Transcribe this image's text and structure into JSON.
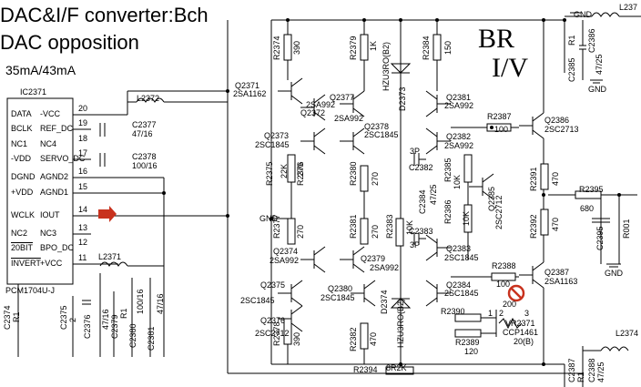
{
  "header": {
    "line1": "DAC&I/F converter:Bch",
    "line2": "DAC opposition",
    "current": "35mA/43mA",
    "section_mark": "BR",
    "section_sub": "I/V"
  },
  "ic": {
    "ref": "IC2371",
    "part": "PCM1704U-J",
    "left_pins": [
      "DATA",
      "BCLK",
      "NC1",
      "-VDD",
      "DGND",
      "+VDD",
      "WCLK",
      "NC2",
      "20BIT",
      "INVERT"
    ],
    "right_pins": [
      "-VCC",
      "REF_DC",
      "NC4",
      "SERVO_DC",
      "AGND2",
      "AGND1",
      "IOUT",
      "NC3",
      "BPO_DC",
      "+VCC"
    ],
    "pin_numbers": [
      "20",
      "19",
      "18",
      "17",
      "16",
      "15",
      "14",
      "13",
      "12",
      "11"
    ]
  },
  "parts": {
    "L2372": "L2372",
    "C2377": "C2377",
    "C2377_v": "47/16",
    "C2378": "C2378",
    "C2378_v": "100/16",
    "L2371": "L2371",
    "C2374": "C2374",
    "R1_a": "R1",
    "C2375": "C2375",
    "C2375_v": "2",
    "C2376": "C2376",
    "C2379": "C2379",
    "C2379_v": "47/16",
    "R1_b": "R1",
    "C2380": "C2380",
    "C2380_v": "100/16",
    "C2381": "C2381",
    "C2381_v": "47/16",
    "R2374": "R2374",
    "R2374_v": "390",
    "R2379": "R2379",
    "R2379_v": "1K",
    "R2384": "R2384",
    "R2384_v": "150",
    "Q2371": "Q2371",
    "Q2371_t": "2SA1162",
    "Q2372": "Q2372",
    "Q2372_t": "2SA992",
    "Q2377": "Q2377",
    "Q2377_t": "2SA992",
    "D2373": "D2373",
    "D2373_t": "HZU3RO(B2)",
    "Q2381": "Q2381",
    "Q2381_t": "2SA992",
    "Q2373": "Q2373",
    "Q2373_t": "2SC1845",
    "Q2378": "Q2378",
    "Q2378_t": "2SC1845",
    "Q2382": "Q2382",
    "Q2382_t": "2SA992",
    "R2375": "R2375",
    "R2375_v": "22K",
    "R2376": "R2376",
    "R2376_v": "270",
    "R2380": "R2380",
    "R2380_v": "270",
    "C2382": "C2382",
    "C2382_v": "3P",
    "R2385": "R2385",
    "R2385_v": "10K",
    "C2384": "C2384",
    "C2384_v": "47/25",
    "R2386": "R2386",
    "R2386_v": "10K",
    "Q2385": "Q2385",
    "Q2385_t": "2SC2712",
    "R2387": "R2387",
    "R2387_v": "100",
    "Q2386": "Q2386",
    "Q2386_t": "2SC2713",
    "R2391": "R2391",
    "R2391_v": "470",
    "R2392": "R2392",
    "R2392_v": "470",
    "R2395": "R2395",
    "R2395_v": "680",
    "C2395": "C2395",
    "R001": "R001",
    "C2385": "C2385",
    "R1_c": "R1",
    "C2386": "C2386",
    "C2386_v": "47/25",
    "L2373": "L237",
    "GND": "GND",
    "R2377": "R2377",
    "R2377_v": "270",
    "R2381": "R2381",
    "R2381_v": "270",
    "R2383": "R2383",
    "R2383_v": "10K",
    "C2383": "C2383",
    "C2383_v": "3P",
    "Q2374": "Q2374",
    "Q2374_t": "2SA992",
    "Q2379": "Q2379",
    "Q2379_t": "2SA992",
    "Q2383": "Q2383",
    "Q2383_t": "2SC1845",
    "R2388": "R2388",
    "R2388_v": "100",
    "Q2387": "Q2387",
    "Q2387_t": "2SA1163",
    "Q2375": "Q2375",
    "Q2375_t": "2SC1845",
    "Q2380": "Q2380",
    "Q2380_t": "2SC1845",
    "D2374": "D2374",
    "D2374_t": "HZU3RO(B2)",
    "Q2384": "Q2384",
    "Q2384_t": "2SC1845",
    "R2390": "R2390",
    "R2390_v": "200",
    "VR2371": "VR2371",
    "VR2371_t": "CCP1461",
    "VR2371_v": "20(B)",
    "R2389": "R2389",
    "R2389_v": "120",
    "Q2376": "Q2376",
    "Q2376_t": "2SC2712",
    "R2378": "R2378",
    "R2378_v": "390",
    "R2382": "R2382",
    "R2382_v": "470",
    "R2394": "R2394",
    "R2394_v": "8R2K",
    "C2387": "C2387",
    "R1_d": "R1",
    "C2388": "C2388",
    "C2388_v": "47/25",
    "L2374": "L2374",
    "vr_pin1": "1",
    "vr_pin2": "2",
    "vr_pin3": "3"
  },
  "colors": {
    "arrow": "#c8321e",
    "prohibit": "#c8321e",
    "ink": "#000000"
  }
}
